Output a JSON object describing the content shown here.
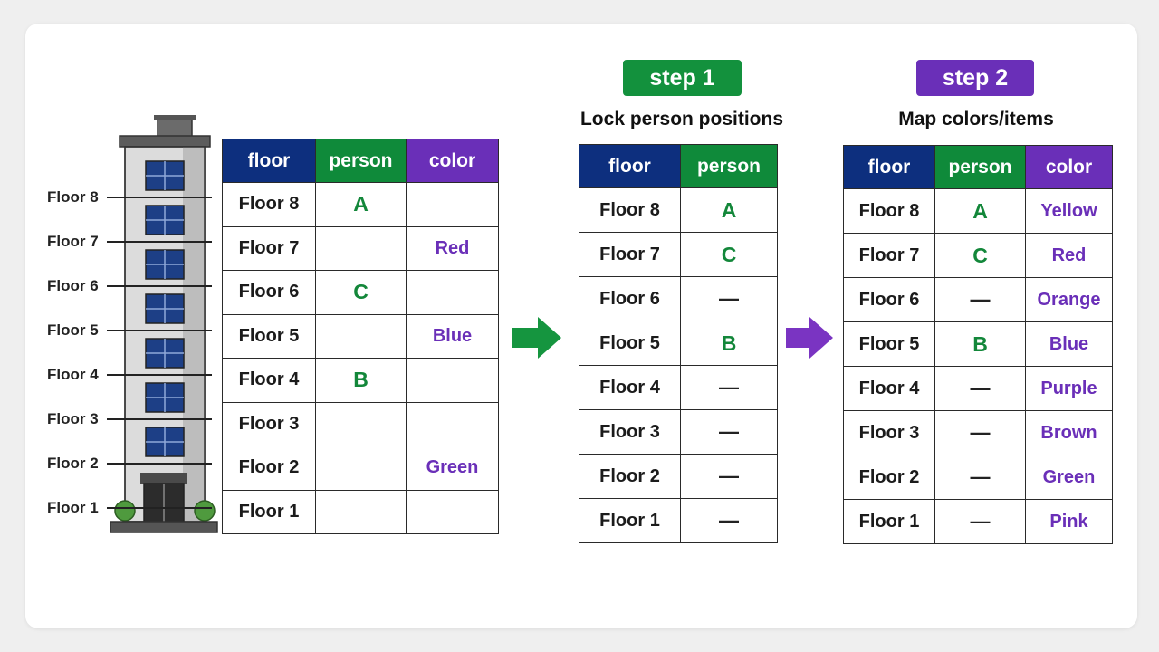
{
  "colors": {
    "header_blue": "#0d2f7e",
    "header_green": "#0f8a3a",
    "header_purple": "#6a2fb8",
    "person_text": "#13873a",
    "color_text": "#6a2fb8"
  },
  "building": {
    "floor_labels": [
      "Floor 8",
      "Floor 7",
      "Floor 6",
      "Floor 5",
      "Floor 4",
      "Floor 3",
      "Floor 2",
      "Floor 1"
    ]
  },
  "initial_table": {
    "headers": {
      "floor": "floor",
      "person": "person",
      "color": "color"
    },
    "rows": [
      {
        "floor": "Floor 8",
        "person": "A",
        "color": ""
      },
      {
        "floor": "Floor 7",
        "person": "",
        "color": "Red"
      },
      {
        "floor": "Floor 6",
        "person": "C",
        "color": ""
      },
      {
        "floor": "Floor 5",
        "person": "",
        "color": "Blue"
      },
      {
        "floor": "Floor 4",
        "person": "B",
        "color": ""
      },
      {
        "floor": "Floor 3",
        "person": "",
        "color": ""
      },
      {
        "floor": "Floor 2",
        "person": "",
        "color": "Green"
      },
      {
        "floor": "Floor 1",
        "person": "",
        "color": ""
      }
    ]
  },
  "step1": {
    "badge": "step 1",
    "caption": "Lock person positions",
    "headers": {
      "floor": "floor",
      "person": "person"
    },
    "rows": [
      {
        "floor": "Floor 8",
        "person": "A"
      },
      {
        "floor": "Floor 7",
        "person": "C"
      },
      {
        "floor": "Floor 6",
        "person": "—"
      },
      {
        "floor": "Floor 5",
        "person": "B"
      },
      {
        "floor": "Floor 4",
        "person": "—"
      },
      {
        "floor": "Floor 3",
        "person": "—"
      },
      {
        "floor": "Floor 2",
        "person": "—"
      },
      {
        "floor": "Floor 1",
        "person": "—"
      }
    ]
  },
  "step2": {
    "badge": "step 2",
    "caption": "Map colors/items",
    "headers": {
      "floor": "floor",
      "person": "person",
      "color": "color"
    },
    "rows": [
      {
        "floor": "Floor 8",
        "person": "A",
        "color": "Yellow"
      },
      {
        "floor": "Floor 7",
        "person": "C",
        "color": "Red"
      },
      {
        "floor": "Floor 6",
        "person": "—",
        "color": "Orange"
      },
      {
        "floor": "Floor 5",
        "person": "B",
        "color": "Blue"
      },
      {
        "floor": "Floor 4",
        "person": "—",
        "color": "Purple"
      },
      {
        "floor": "Floor 3",
        "person": "—",
        "color": "Brown"
      },
      {
        "floor": "Floor 2",
        "person": "—",
        "color": "Green"
      },
      {
        "floor": "Floor 1",
        "person": "—",
        "color": "Pink"
      }
    ]
  },
  "icons": {
    "building": "building-icon",
    "arrow1": "arrow-right-icon",
    "arrow2": "arrow-right-icon"
  }
}
